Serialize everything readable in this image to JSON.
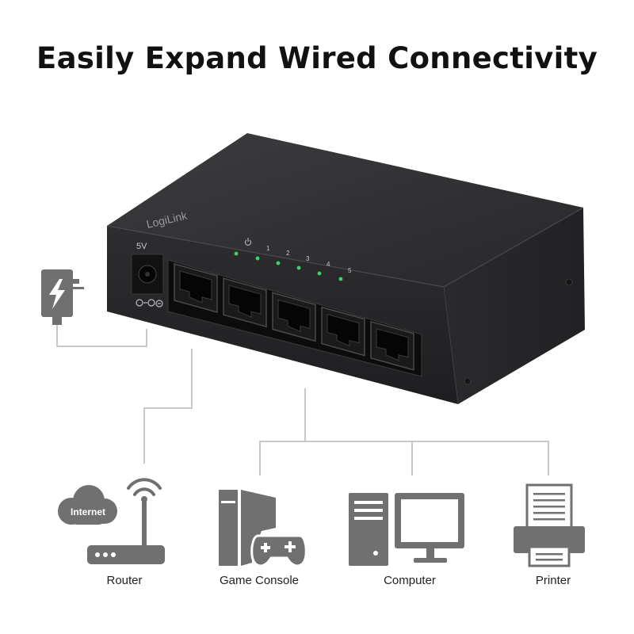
{
  "headline": "Easily Expand Wired Connectivity",
  "switch": {
    "brand": "LogiLink",
    "power_label": "5V",
    "led_numbers": [
      "1",
      "2",
      "3",
      "4",
      "5"
    ],
    "port_count": 5,
    "led_color": "#3fd16a",
    "body_color": "#2b2b2d"
  },
  "devices": [
    {
      "label": "Router",
      "icon": "router-icon",
      "badge": "Internet"
    },
    {
      "label": "Game Console",
      "icon": "game-console-icon"
    },
    {
      "label": "Computer",
      "icon": "computer-icon"
    },
    {
      "label": "Printer",
      "icon": "printer-icon"
    }
  ],
  "colors": {
    "icon_gray": "#707070",
    "line_gray": "#b5b5b5"
  }
}
